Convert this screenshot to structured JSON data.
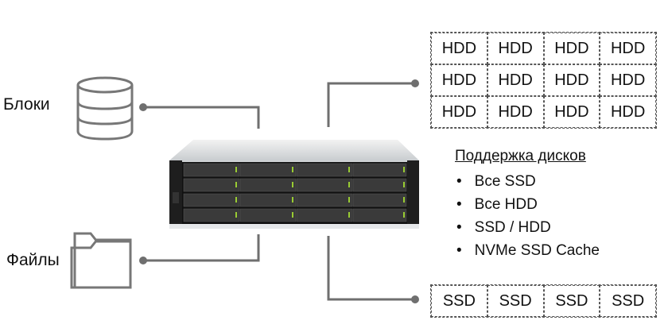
{
  "labels": {
    "blocks": "Блоки",
    "files": "Файлы"
  },
  "hdd_grid": [
    [
      "HDD",
      "HDD",
      "HDD",
      "HDD"
    ],
    [
      "HDD",
      "HDD",
      "HDD",
      "HDD"
    ],
    [
      "HDD",
      "HDD",
      "HDD",
      "HDD"
    ]
  ],
  "ssd_row": [
    "SSD",
    "SSD",
    "SSD",
    "SSD"
  ],
  "support": {
    "title": "Поддержка дисков",
    "items": [
      "Все SSD",
      "Все HDD",
      "SSD / HDD",
      "NVMe SSD Cache"
    ]
  },
  "colors": {
    "line": "#6f6f6f",
    "icon": "#777777",
    "chassis": "#2b2b2b"
  }
}
